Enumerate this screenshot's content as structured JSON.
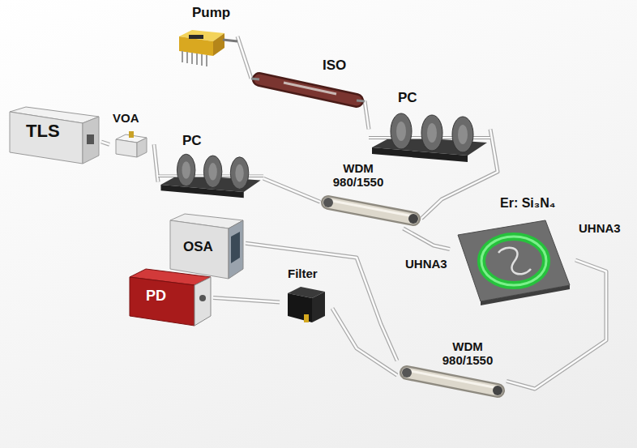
{
  "diagram": {
    "nodes": [
      {
        "text": [
          "Pump"
        ]
      },
      {
        "text": [
          "ISO"
        ]
      },
      {
        "text": [
          "PC"
        ]
      },
      {
        "text": [
          "TLS"
        ]
      },
      {
        "text": [
          "VOA"
        ]
      },
      {
        "text": [
          "PC"
        ]
      },
      {
        "text": [
          "WDM 980/1550"
        ]
      },
      {
        "text": [
          "Er: Si₃N₄"
        ]
      },
      {
        "text": [
          "OSA"
        ]
      },
      {
        "text": [
          "PD"
        ]
      },
      {
        "text": [
          "Filter"
        ]
      },
      {
        "text": [
          "WDM 980/1550"
        ]
      }
    ],
    "edges": [
      {
        "from": 0,
        "to": 1,
        "arrow": "none"
      },
      {
        "from": 1,
        "to": 2,
        "arrow": "none"
      },
      {
        "from": 2,
        "to": 6,
        "arrow": "none"
      },
      {
        "from": 3,
        "to": 4,
        "arrow": "none"
      },
      {
        "from": 4,
        "to": 5,
        "arrow": "none"
      },
      {
        "from": 5,
        "to": 6,
        "arrow": "none"
      },
      {
        "from": 6,
        "to": 7,
        "arrow": "none"
      },
      {
        "from": 7,
        "to": 11,
        "arrow": "none"
      },
      {
        "from": 11,
        "to": 10,
        "arrow": "none"
      },
      {
        "from": 10,
        "to": 9,
        "arrow": "none"
      },
      {
        "from": 11,
        "to": 8,
        "arrow": "none"
      }
    ],
    "labels": [
      "UHNA3",
      "UHNA3"
    ]
  }
}
